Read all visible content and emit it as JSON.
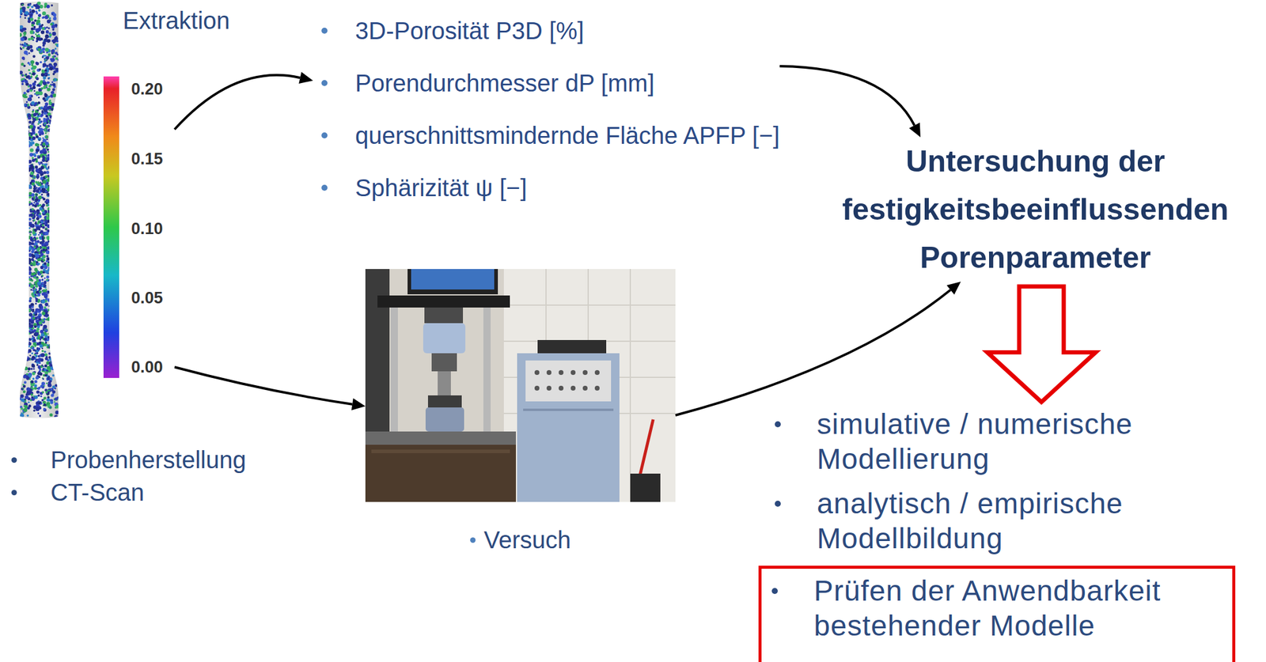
{
  "diagram": {
    "nodes": [
      {
        "text": [
          "Extraktion",
          "Probenherstellung",
          "CT-Scan"
        ]
      },
      {
        "text": [
          "3D-Porosität P3D [%]",
          "Porendurchmesser dP [mm]",
          "querschnittsmindernde Fläche APFP [−]",
          "Sphärizität ψ [−]"
        ]
      },
      {
        "text": [
          "Versuch"
        ]
      },
      {
        "text": [
          "Untersuchung der festigkeitsbeeinflussenden Porenparameter"
        ]
      },
      {
        "text": [
          "simulative / numerische Modellierung",
          "analytisch / empirische Modellbildung"
        ]
      },
      {
        "text": [
          "Prüfen der Anwendbarkeit bestehender Modelle"
        ]
      }
    ],
    "edges": [
      {
        "from": 0,
        "to": 1,
        "arrow": "to"
      },
      {
        "from": 0,
        "to": 2,
        "arrow": "to"
      },
      {
        "from": 1,
        "to": 3,
        "arrow": "to"
      },
      {
        "from": 2,
        "to": 3,
        "arrow": "to"
      },
      {
        "from": 3,
        "to": 4,
        "arrow": "to"
      }
    ],
    "labels": [
      "0.20",
      "0.15",
      "0.10",
      "0.05",
      "0.00"
    ]
  }
}
